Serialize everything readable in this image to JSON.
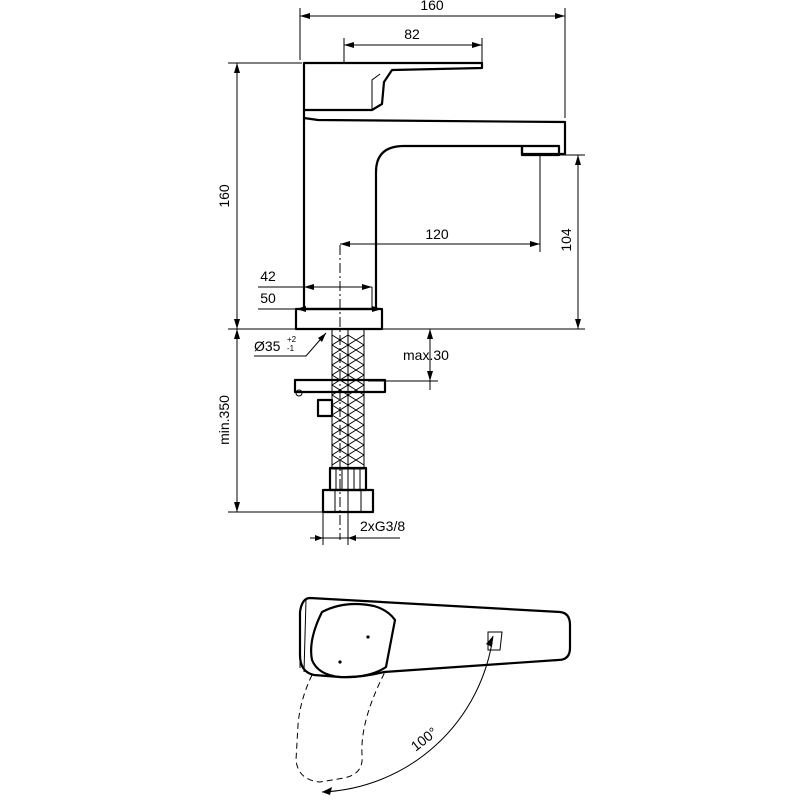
{
  "dimensions": {
    "total_width": "160",
    "lever_length": "82",
    "total_height": "160",
    "spout_height": "104",
    "spout_reach": "120",
    "base_42": "42",
    "base_50": "50",
    "hole_diameter": "Ø35",
    "hole_tol_upper": "+2",
    "hole_tol_lower": "-1",
    "max_thickness": "max.30",
    "hose_length": "min.350",
    "connection": "2xG3/8",
    "lever_angle": "100°"
  }
}
